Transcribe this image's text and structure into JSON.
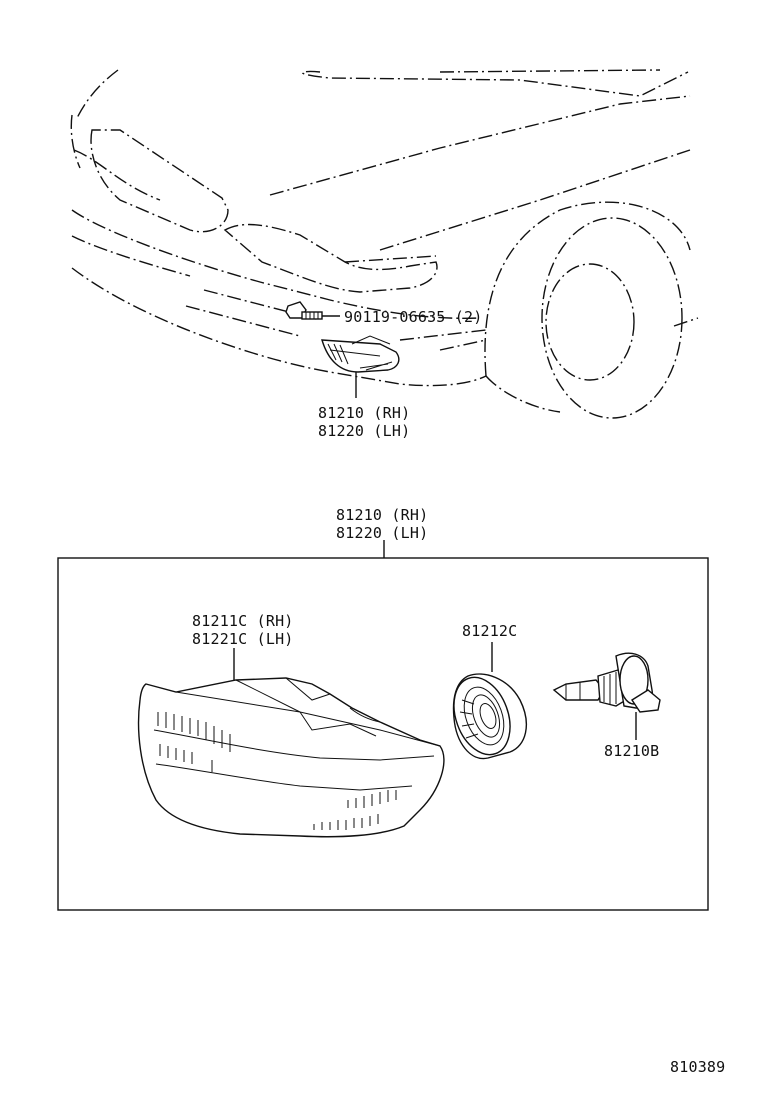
{
  "diagram": {
    "labels": {
      "bolt_part": "90119-06635 (2)",
      "lamp_assy_rh_top": "81210 (RH)",
      "lamp_assy_lh_top": "81220 (LH)",
      "lamp_assy_rh_box": "81210 (RH)",
      "lamp_assy_lh_box": "81220 (LH)",
      "lens_rh": "81211C (RH)",
      "lens_lh": "81221C (LH)",
      "socket": "81212C",
      "bulb": "81210B",
      "figure_number": "810389"
    }
  }
}
